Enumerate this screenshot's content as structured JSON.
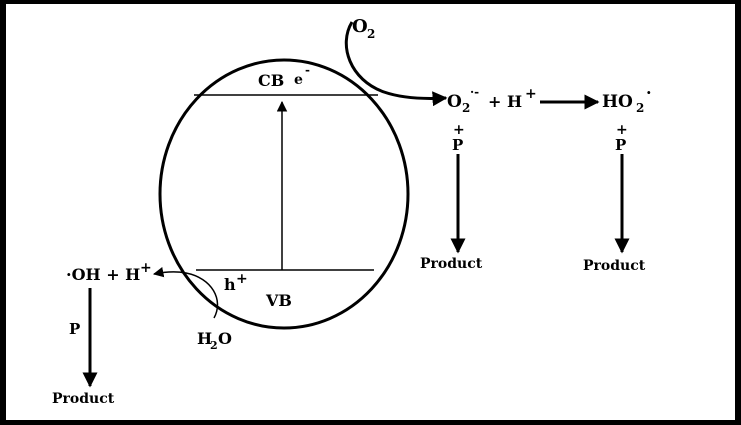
{
  "diagram": {
    "labels": {
      "cb": "CB",
      "electron": "e",
      "electron_charge": "-",
      "vb": "VB",
      "hole": "h",
      "hole_charge": "+",
      "o2": "O",
      "o2_sub": "2",
      "superoxide": "O",
      "superoxide_sub": "2",
      "superoxide_charge": "·-",
      "plus_h": "+ H",
      "plus_h_charge": "+",
      "ho2": "HO",
      "ho2_sub": "2",
      "ho2_charge": "·",
      "plus_1": "+",
      "p_1": "P",
      "plus_2": "+",
      "p_2": "P",
      "product_1": "Product",
      "product_2": "Product",
      "hydroxyl": "·OH + H",
      "hydroxyl_charge": "+",
      "p_3": "P",
      "product_3": "Product",
      "water": "H",
      "water_sub": "2",
      "water_o": "O"
    },
    "colors": {
      "background": "#ffffff",
      "frame": "#000000",
      "ink": "#000000"
    }
  }
}
